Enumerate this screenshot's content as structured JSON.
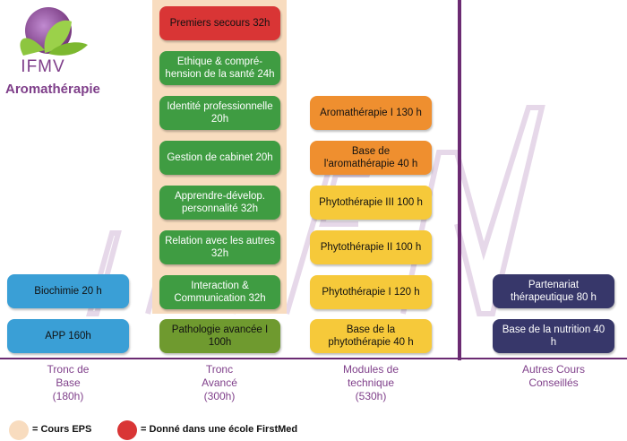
{
  "logo": {
    "text": "IFMV",
    "subtitle": "Aromathérapie"
  },
  "columns": [
    {
      "label": "Tronc de\nBase\n(180h)"
    },
    {
      "label": "Tronc\nAvancé\n(300h)"
    },
    {
      "label": "Modules de\ntechnique\n(530h)"
    },
    {
      "label": "Autres Cours\nConseillés"
    }
  ],
  "tronc_base": [
    {
      "text": "Biochimie 20 h"
    },
    {
      "text": "APP 160h"
    }
  ],
  "tronc_avance": [
    {
      "text": "Premiers secours 32h"
    },
    {
      "text": "Ethique & compré-hension de la santé 24h"
    },
    {
      "text": "Identité professionnelle 20h"
    },
    {
      "text": "Gestion de cabinet 20h"
    },
    {
      "text": "Apprendre-dévelop. personnalité 32h"
    },
    {
      "text": "Relation avec les autres 32h"
    },
    {
      "text": "Interaction & Communication 32h"
    },
    {
      "text": "Pathologie avancée I 100h"
    }
  ],
  "modules": [
    {
      "text": "Aromathérapie I 130 h"
    },
    {
      "text": "Base de l'aromathérapie 40 h"
    },
    {
      "text": "Phytothérapie III 100 h"
    },
    {
      "text": "Phytothérapie II 100 h"
    },
    {
      "text": "Phytothérapie I 120 h"
    },
    {
      "text": "Base de la phytothérapie 40 h"
    }
  ],
  "autres": [
    {
      "text": "Partenariat thérapeutique 80 h"
    },
    {
      "text": "Base de la nutrition 40 h"
    }
  ],
  "legend": [
    {
      "text": "= Cours EPS",
      "color": "#f8dcbf"
    },
    {
      "text": "= Donné dans une école FirstMed",
      "color": "#d93535"
    }
  ],
  "colors": {
    "accent": "#7f3f8a",
    "divider": "#6b2b72"
  }
}
